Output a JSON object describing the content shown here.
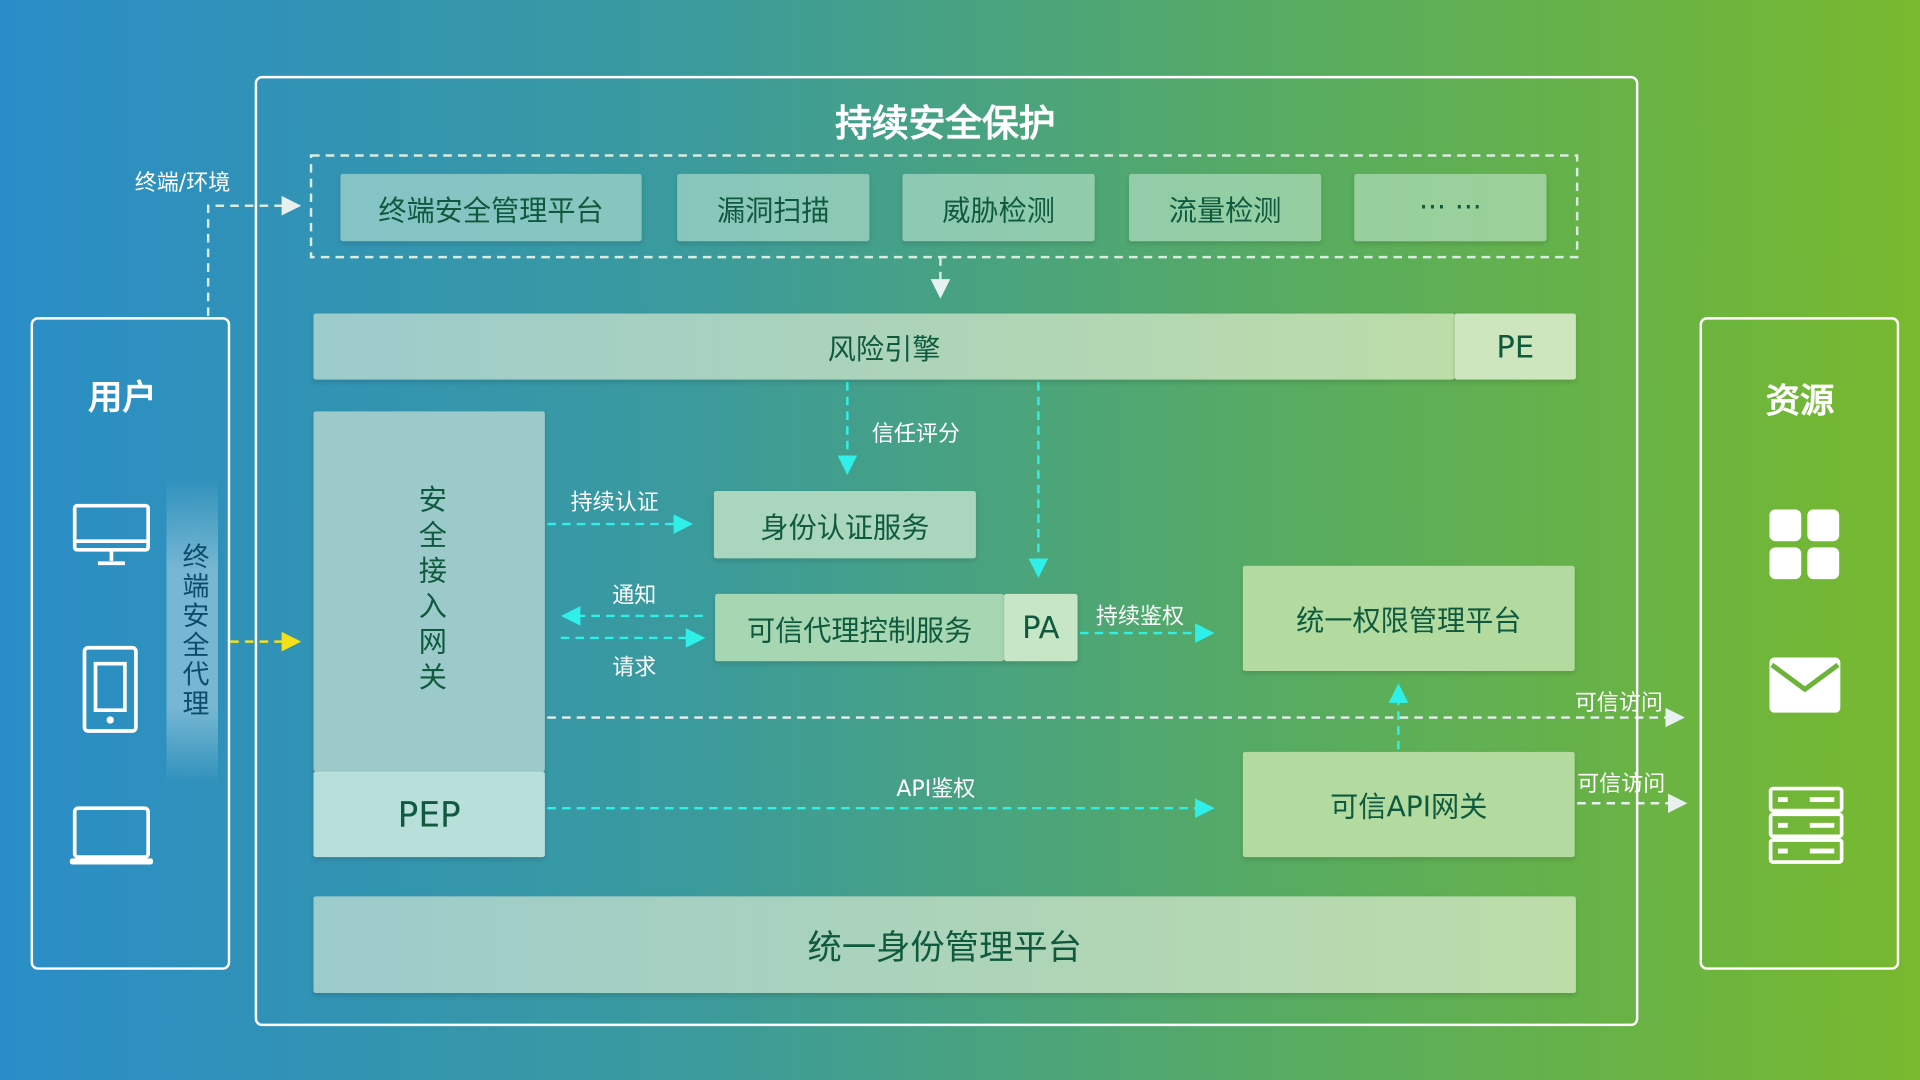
{
  "title": "持续安全保护",
  "env_label": "终端/环境",
  "top_items": [
    "终端安全管理平台",
    "漏洞扫描",
    "威胁检测",
    "流量检测",
    "··· ···"
  ],
  "risk_engine": {
    "label": "风险引擎",
    "tag": "PE"
  },
  "gateway": {
    "label": "安全接入网关",
    "tag": "PEP"
  },
  "identity_auth": "身份认证服务",
  "proxy_control": {
    "label": "可信代理控制服务",
    "tag": "PA"
  },
  "permission_platform": "统一权限管理平台",
  "api_gateway": "可信API网关",
  "identity_platform": "统一身份管理平台",
  "users": {
    "title": "用户",
    "agent": "终端安全代理",
    "icons": [
      "desktop-icon",
      "phone-icon",
      "laptop-icon"
    ]
  },
  "resources": {
    "title": "资源",
    "icons": [
      "apps-icon",
      "mail-icon",
      "server-icon"
    ]
  },
  "arrow_labels": {
    "trust_score": "信任评分",
    "continuous_auth": "持续认证",
    "notify": "通知",
    "request": "请求",
    "continuous_authz": "持续鉴权",
    "trusted_access_1": "可信访问",
    "api_authz": "API鉴权",
    "trusted_access_2": "可信访问"
  },
  "colors": {
    "arrow": "#2ff0e8",
    "agent_arrow": "#f5e11a",
    "text": "#0f5a3e"
  }
}
